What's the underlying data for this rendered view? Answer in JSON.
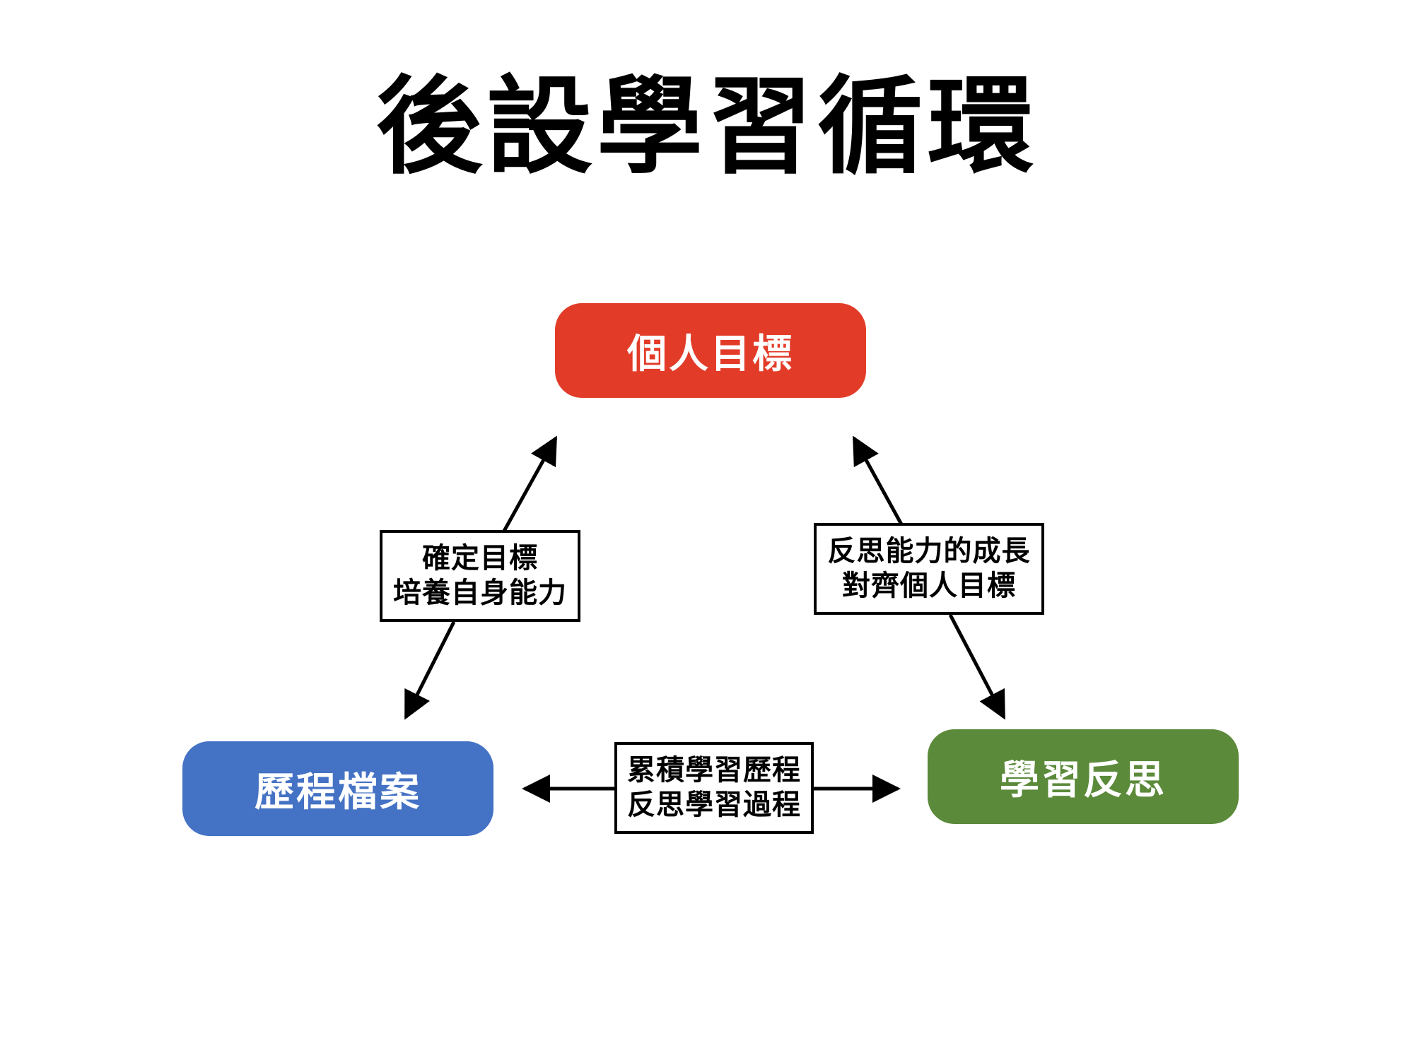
{
  "title": "後設學習循環",
  "colors": {
    "goal": "#E23C29",
    "portfolio": "#4472C4",
    "reflection": "#5B8A3A",
    "line": "#000000"
  },
  "nodes": {
    "goal": "個人目標",
    "portfolio": "歷程檔案",
    "reflection": "學習反思"
  },
  "labels": {
    "left": [
      "確定目標",
      "培養自身能力"
    ],
    "right": [
      "反思能力的成長",
      "對齊個人目標"
    ],
    "bottom": [
      "累積學習歷程",
      "反思學習過程"
    ]
  }
}
